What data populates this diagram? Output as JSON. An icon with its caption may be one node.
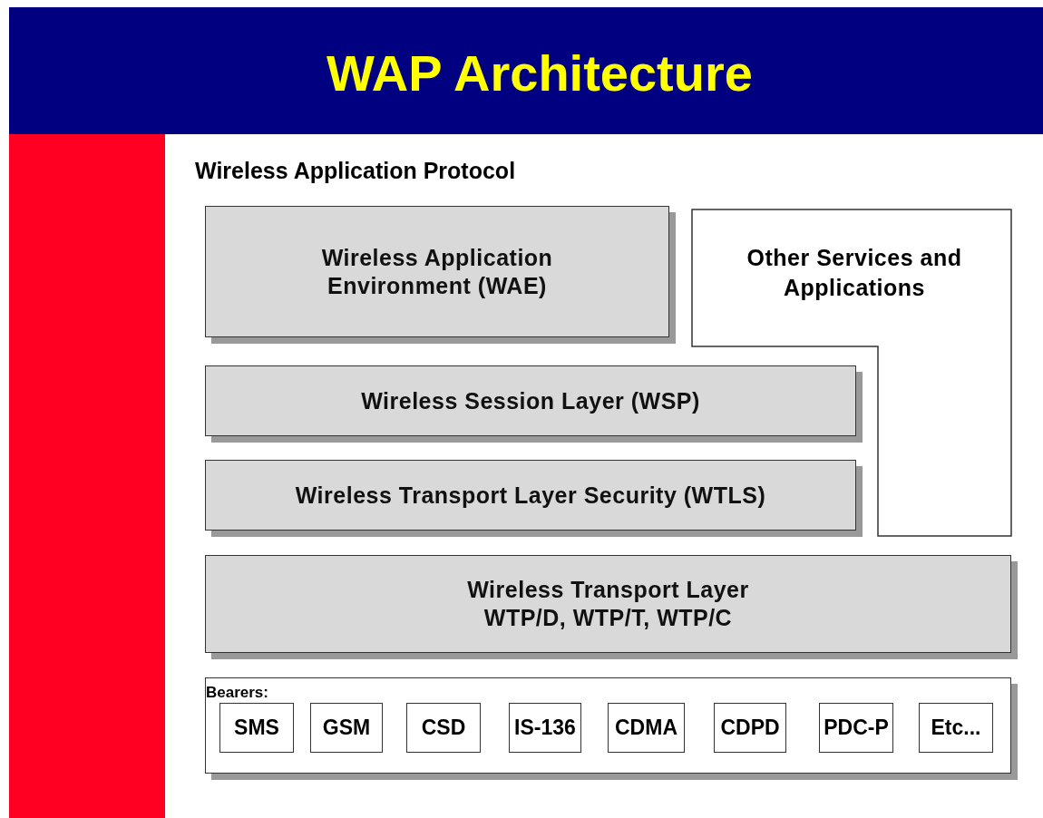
{
  "diagram": {
    "title": "WAP Architecture",
    "nodes": [
      {
        "text": [
          "Wireless Application Environment (WAE)"
        ]
      },
      {
        "text": [
          "Other Services and Applications"
        ]
      },
      {
        "text": [
          "Wireless Session Layer (WSP)"
        ]
      },
      {
        "text": [
          "Wireless Transport Layer Security (WTLS)"
        ]
      },
      {
        "text": [
          "Wireless Transport Layer",
          "WTP/D, WTP/T, WTP/C"
        ]
      },
      {
        "text": [
          "Bearers:"
        ]
      },
      {
        "text": [
          "SMS"
        ],
        "in": 5
      },
      {
        "text": [
          "GSM"
        ],
        "in": 5
      },
      {
        "text": [
          "CSD"
        ],
        "in": 5
      },
      {
        "text": [
          "IS-136"
        ],
        "in": 5
      },
      {
        "text": [
          "CDMA"
        ],
        "in": 5
      },
      {
        "text": [
          "CDPD"
        ],
        "in": 5
      },
      {
        "text": [
          "PDC-P"
        ],
        "in": 5
      },
      {
        "text": [
          "Etc..."
        ],
        "in": 5
      }
    ],
    "labels": [
      "Wireless Application Protocol"
    ]
  }
}
